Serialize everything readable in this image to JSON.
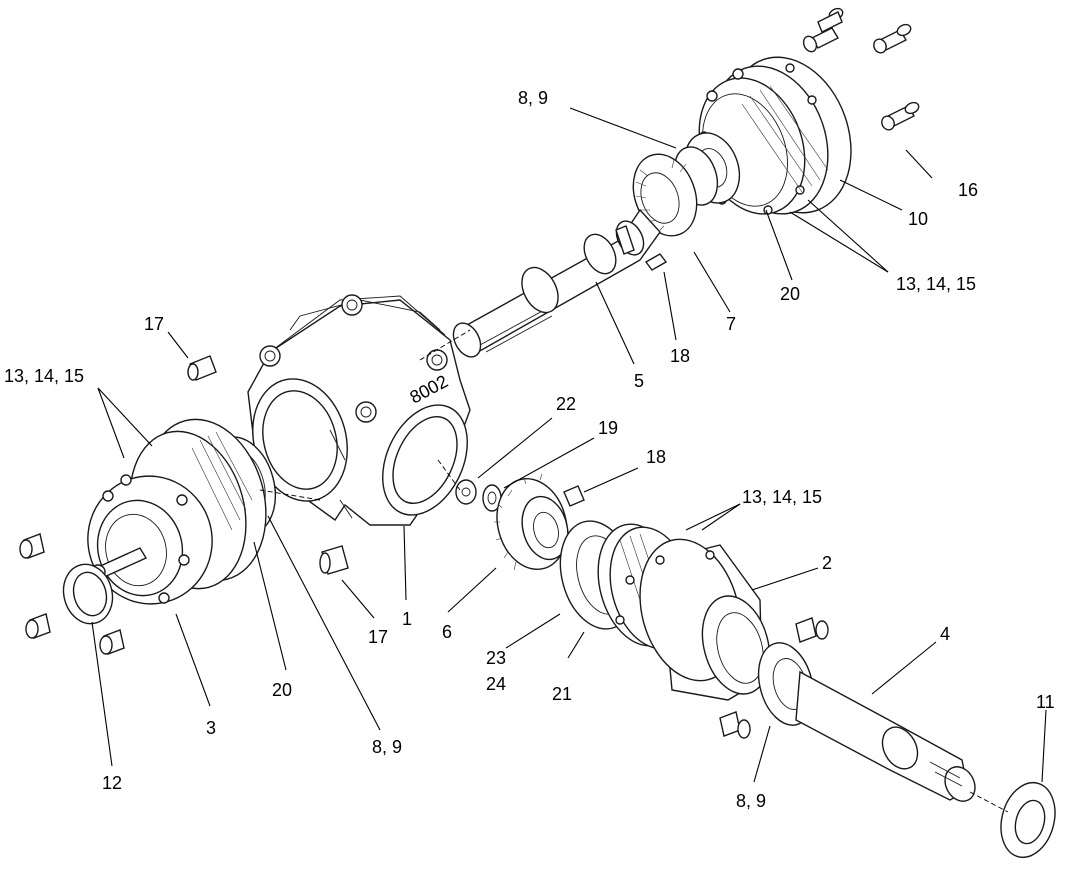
{
  "callouts": {
    "c1": "1",
    "c2": "2",
    "c3": "3",
    "c4": "4",
    "c5": "5",
    "c6": "6",
    "c7": "7",
    "c8_9_top": "8, 9",
    "c8_9_left": "8, 9",
    "c8_9_right": "8, 9",
    "c10": "10",
    "c11": "11",
    "c12": "12",
    "c13_15_left": "13, 14, 15",
    "c13_15_top": "13, 14, 15",
    "c13_15_mid": "13, 14, 15",
    "c16": "16",
    "c17_top": "17",
    "c17_bottom": "17",
    "c18_top": "18",
    "c18_mid": "18",
    "c19": "19",
    "c20_top": "20",
    "c20_left": "20",
    "c21": "21",
    "c22": "22",
    "c23": "23",
    "c24": "24"
  },
  "housing_stamp": "8002"
}
